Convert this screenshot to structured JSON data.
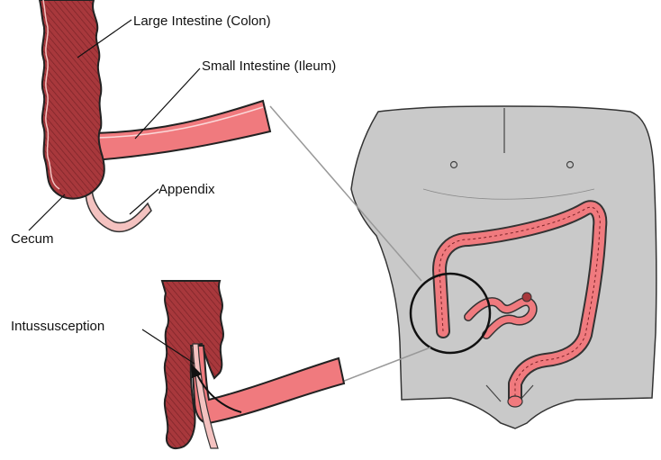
{
  "labels": {
    "large_intestine": "Large Intestine (Colon)",
    "small_intestine": "Small Intestine (Ileum)",
    "appendix": "Appendix",
    "cecum": "Cecum",
    "intussusception": "Intussusception"
  },
  "colors": {
    "colon_dark": "#a8383c",
    "intestine_pink": "#f07a7e",
    "appendix_pale": "#f4c2c0",
    "body_gray": "#c9c9c9",
    "outline": "#222222"
  }
}
